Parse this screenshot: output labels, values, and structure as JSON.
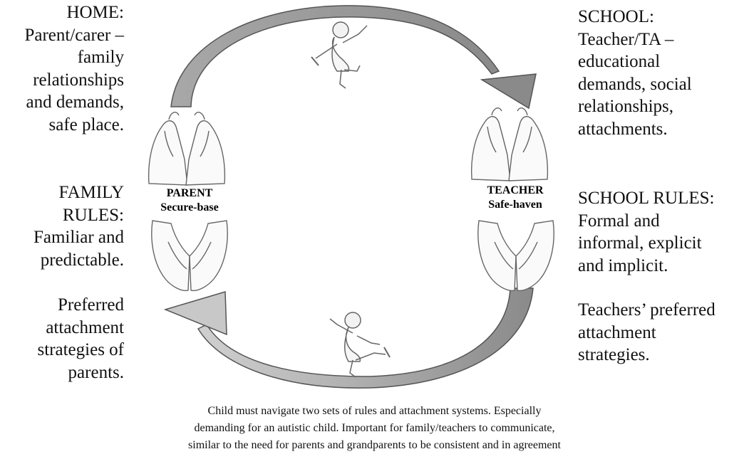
{
  "left_column": {
    "home": "HOME:\nParent/carer –\nfamily\nrelationships\nand demands,\nsafe place.",
    "family_rules": "FAMILY\nRULES:\nFamiliar and\npredictable.",
    "preferred_parents": "Preferred\nattachment\nstrategies of\nparents."
  },
  "right_column": {
    "school": "SCHOOL:\nTeacher/TA –\neducational\ndemands, social\nrelationships,\nattachments.",
    "school_rules": "SCHOOL RULES:\nFormal and\ninformal, explicit\nand implicit.",
    "teachers_preferred": "Teachers’ preferred\nattachment\nstrategies."
  },
  "labels": {
    "parent": "PARENT\nSecure-base",
    "teacher": "TEACHER\nSafe-haven"
  },
  "caption": "Child must navigate two sets of rules and attachment systems. Especially\ndemanding for an autistic child. Important for family/teachers to communicate,\nsimilar to the need for parents and grandparents to be consistent and in agreement",
  "colors": {
    "arrow_dark": "#8c8c8c",
    "arrow_light": "#bdbdbd",
    "arrow_stroke": "#555555",
    "sketch": "#666666"
  },
  "icons": {
    "child_top": "running-child-icon",
    "child_bottom": "running-child-icon",
    "hands": "cupped-hands-icon"
  }
}
